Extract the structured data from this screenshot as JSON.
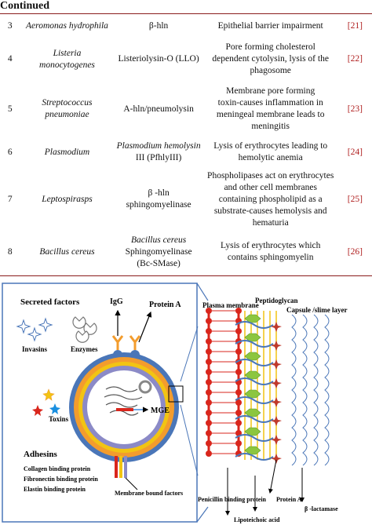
{
  "header": {
    "continued_label": "Continued"
  },
  "table": {
    "rows": [
      {
        "num": "3",
        "organism": "Aeromonas hydrophila",
        "toxin": "β-hln",
        "toxin_line2": "",
        "toxin_italic_prefix": "",
        "effect": [
          "Epithelial barrier impairment"
        ],
        "ref": "[21]"
      },
      {
        "num": "4",
        "organism": "Listeria",
        "organism_line2": "monocytogenes",
        "toxin": "Listeriolysin-O (LLO)",
        "toxin_line2": "",
        "effect": [
          "Pore forming cholesterol",
          "dependent cytolysin, lysis of the",
          "phagosome"
        ],
        "ref": "[22]"
      },
      {
        "num": "5",
        "organism": "Streptococcus",
        "organism_line2": "pneumoniae",
        "toxin": "A-hln/pneumolysin",
        "toxin_line2": "",
        "effect": [
          "Membrane pore forming",
          "toxin-causes inflammation in",
          "meningeal membrane leads to",
          "meningitis"
        ],
        "ref": "[23]"
      },
      {
        "num": "6",
        "organism": "Plasmodium",
        "toxin": "Plasmodium hemolysin",
        "toxin_line2": "III (PfhlyIII)",
        "effect": [
          "Lysis of erythrocytes leading to",
          "hemolytic anemia"
        ],
        "ref": "[24]"
      },
      {
        "num": "7",
        "organism": "Leptospirasps",
        "toxin": "β -hln",
        "toxin_line2": "sphingomyelinase",
        "effect": [
          "Phospholipases act on erythrocytes",
          "and other cell membranes",
          "containing phospholipid as a",
          "substrate-causes hemolysis and",
          "hematuria"
        ],
        "ref": "[25]"
      },
      {
        "num": "8",
        "organism": "Bacillus cereus",
        "toxin": "Bacillus cereus",
        "toxin_line2": "Sphingomyelinase",
        "toxin_line3": "(Bc-SMase)",
        "effect": [
          "Lysis of erythrocytes which",
          "contains sphingomyelin"
        ],
        "ref": "[26]"
      }
    ]
  },
  "figure": {
    "labels": {
      "igg": "IgG",
      "protein_a_top": "Protein A",
      "secreted_factors": "Secreted factors",
      "invasins": "Invasins",
      "enzymes": "Enzymes",
      "toxins": "Toxins",
      "mge": "MGE",
      "adhesins": "Adhesins",
      "collagen": "Collagen binding protein",
      "fibronectin": "Fibronectin binding protein",
      "elastin": "Elastin binding protein",
      "membrane_bound": "Membrane bound  factors",
      "plasma_membrane": "Plasma membrane",
      "peptidoglycan": "Peptidoglycan",
      "capsule": "Capsule /slime layer",
      "penicillin": "Penicillin binding protein",
      "protein_a_right": "Protein A",
      "beta_lactamase": "β -lactamase",
      "lipoteichoic": "Lipoteichoic acid"
    },
    "colors": {
      "border_blue": "#4a76b8",
      "red_membrane": "#d9261c",
      "yellow_wall": "#f2c413",
      "green_hex": "#8cc63f",
      "orange_ring": "#f39c2d",
      "purple_inner": "#8b8ac7"
    }
  }
}
